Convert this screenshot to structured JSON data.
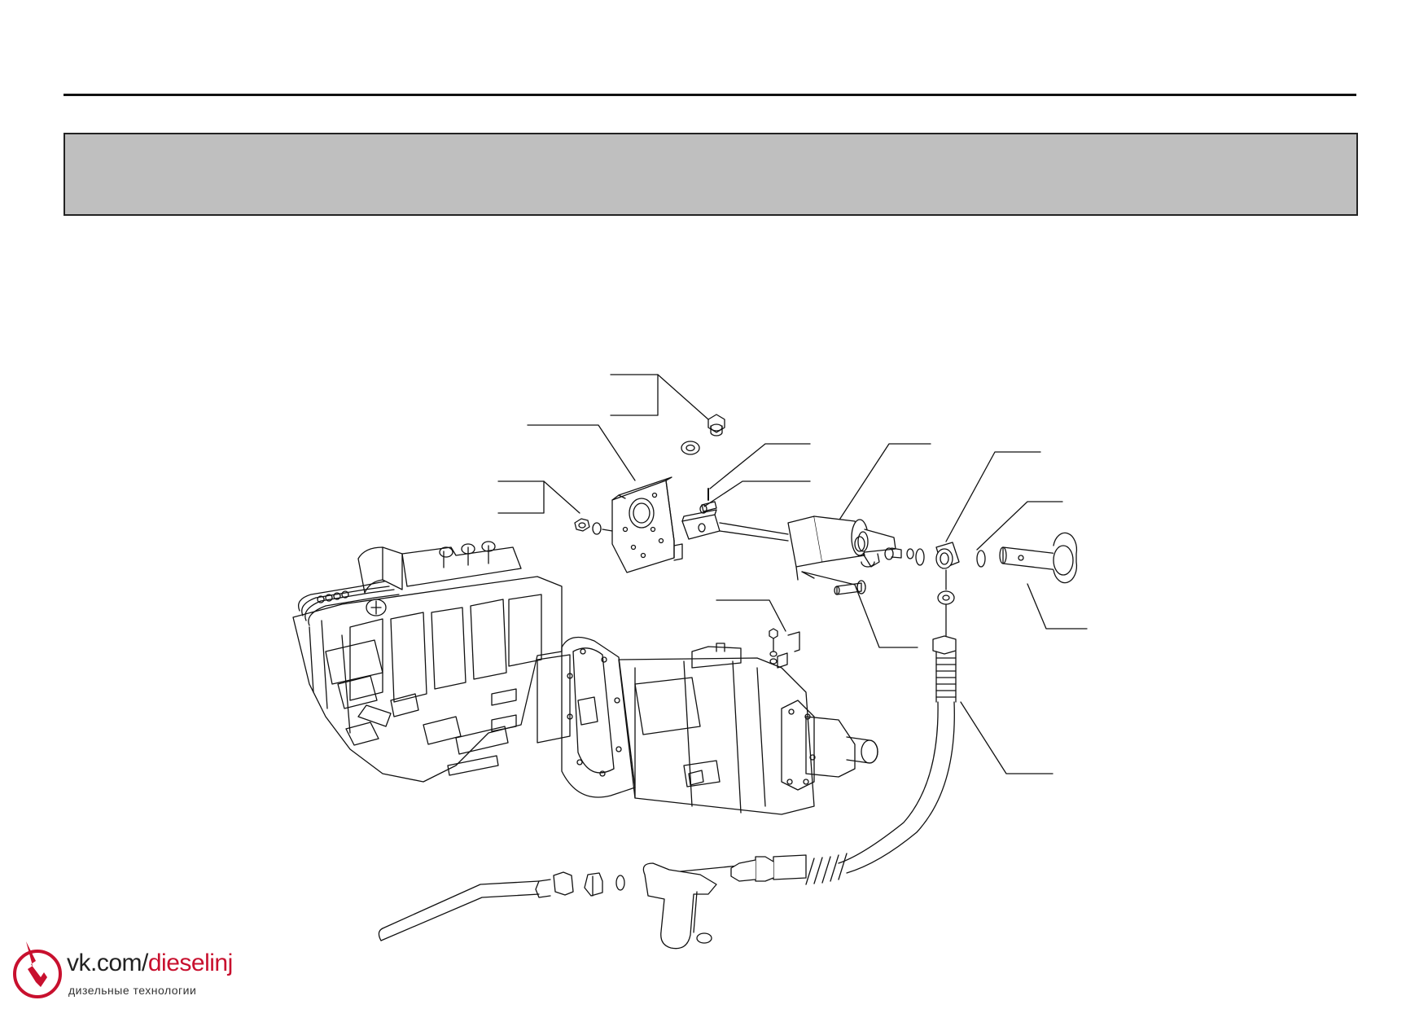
{
  "page": {
    "header_banner_text": "",
    "accent_color": "#c8102e",
    "line_color": "#111111",
    "banner_color": "#bfbfbf"
  },
  "watermark": {
    "prefix": "vk.com/",
    "highlight": "dieselinj",
    "subtitle": "дизельные технологии",
    "icon": "injector-logo-icon"
  }
}
